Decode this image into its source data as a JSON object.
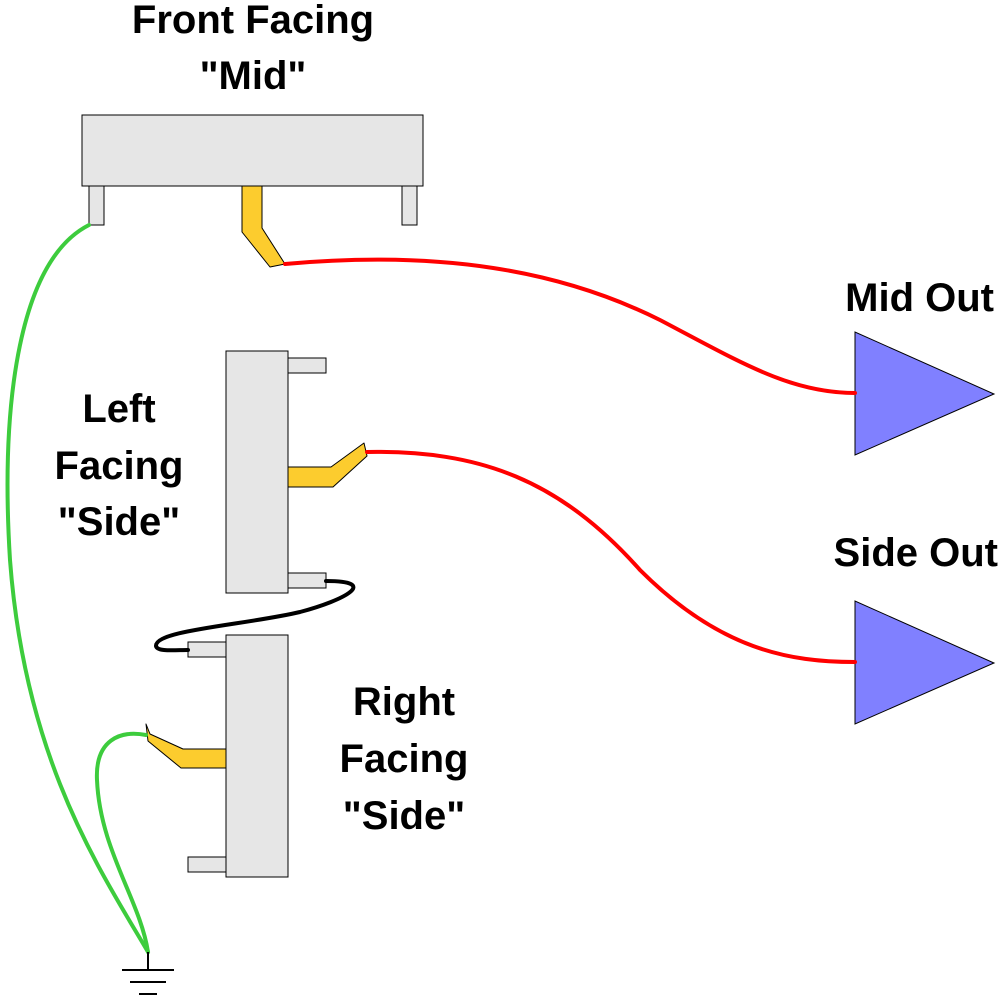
{
  "labels": {
    "front_line1": "Front Facing",
    "front_line2": "\"Mid\"",
    "left_line1": "Left",
    "left_line2": "Facing",
    "left_line3": "\"Side\"",
    "right_line1": "Right",
    "right_line2": "Facing",
    "right_line3": "\"Side\"",
    "mid_out": "Mid Out",
    "side_out": "Side Out"
  },
  "colors": {
    "mic_body": "#e6e6e6",
    "mic_lead": "#fccc2e",
    "signal_wire": "#ff0000",
    "ground_wire": "#3dcc3d",
    "link_wire": "#000000",
    "output_amp": "#8080ff"
  }
}
